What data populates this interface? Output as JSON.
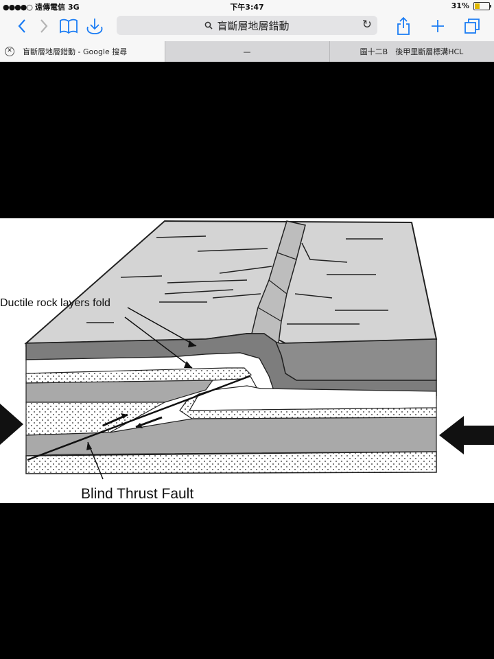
{
  "status_bar": {
    "carrier": "遠傳電信",
    "network": "3G",
    "time": "下午3:47",
    "battery": "31%",
    "battery_level": 0.31
  },
  "toolbar": {
    "url_text": "盲斷層地層錯動",
    "icons": [
      "back-icon",
      "forward-icon",
      "bookmarks-icon",
      "download-icon",
      "search-icon",
      "reload-icon",
      "share-icon",
      "add-icon",
      "tabs-icon"
    ]
  },
  "tabs": [
    {
      "label": "盲斷層地層錯動 - Google 搜尋",
      "active": true
    },
    {
      "label": "—",
      "active": false
    },
    {
      "label": "圖十二B　後甲里斷層標溝HCL",
      "active": false
    }
  ],
  "figure": {
    "label_fold": "Ductile rock layers fold",
    "label_fault": "Blind Thrust Fault"
  },
  "colors": {
    "ios_blue": "#1a7cf4",
    "chrome_bg": "#f7f7f7",
    "tab_bg": "#d6d6d8",
    "rock_light": "#cfcfcf",
    "rock_mid": "#a9a9a9",
    "rock_dark": "#7d7d7d"
  }
}
